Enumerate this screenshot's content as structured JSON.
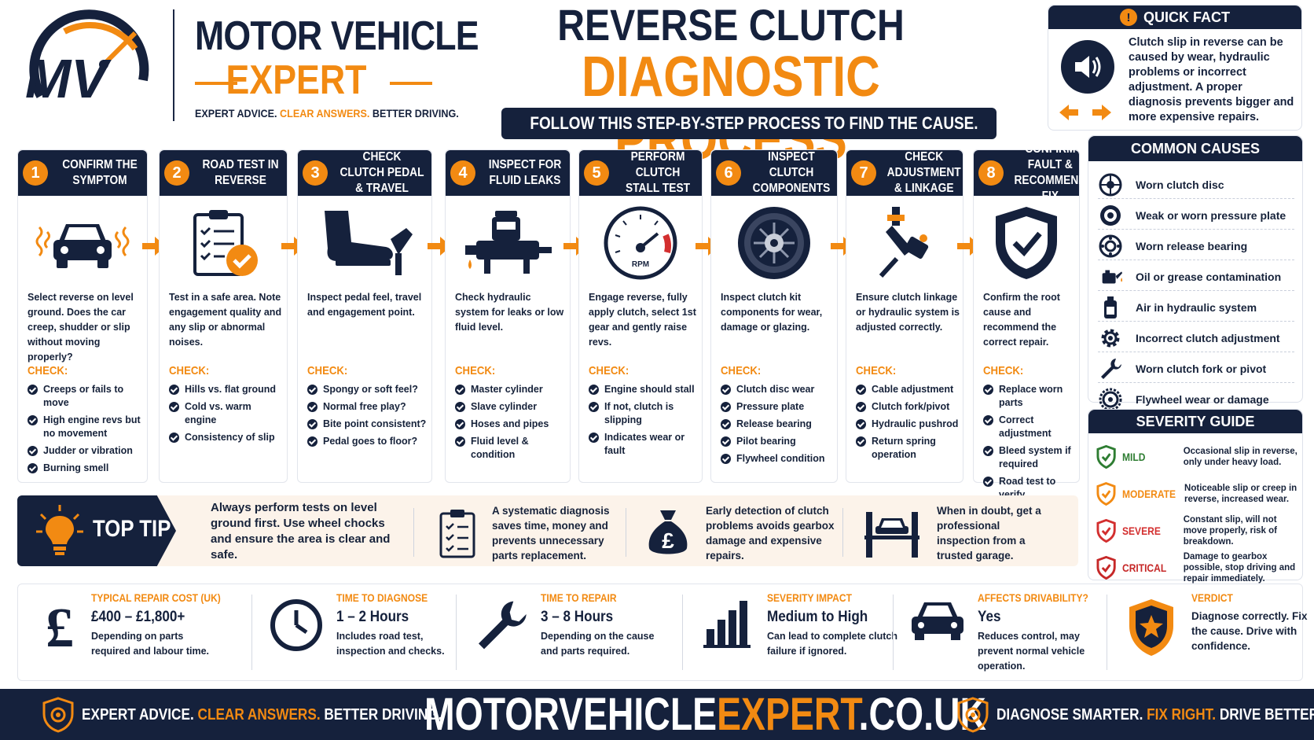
{
  "brand": {
    "line1": "MOTOR VEHICLE",
    "line2": "EXPERT",
    "logo_letters": "MV",
    "tagline": {
      "a": "EXPERT ADVICE.",
      "b": "CLEAR ANSWERS.",
      "c": "BETTER DRIVING."
    }
  },
  "header": {
    "title1": "REVERSE CLUTCH",
    "title2": "DIAGNOSTIC PROCESS",
    "subtitle": "FOLLOW THIS STEP-BY-STEP PROCESS TO FIND THE CAUSE."
  },
  "quick_fact": {
    "title": "QUICK FACT",
    "text": "Clutch slip in reverse can be caused by wear, hydraulic problems or incorrect adjustment. A proper diagnosis prevents bigger and more expensive repairs."
  },
  "steps": [
    {
      "num": "1",
      "title": "CONFIRM THE SYMPTOM",
      "icon": "car-shake-icon",
      "desc": "Select reverse on level ground. Does the car creep, shudder or slip without moving properly?",
      "check_label": "CHECK:",
      "checks": [
        "Creeps or fails to move",
        "High engine revs but no movement",
        "Judder or vibration",
        "Burning smell"
      ]
    },
    {
      "num": "2",
      "title": "ROAD TEST IN REVERSE",
      "icon": "clipboard-icon",
      "desc": "Test in a safe area. Note engagement quality and any slip or abnormal noises.",
      "check_label": "CHECK:",
      "checks": [
        "Hills vs. flat ground",
        "Cold vs. warm engine",
        "Consistency of slip"
      ]
    },
    {
      "num": "3",
      "title": "CHECK CLUTCH PEDAL & TRAVEL",
      "icon": "pedal-icon",
      "desc": "Inspect pedal feel, travel and engagement point.",
      "check_label": "CHECK:",
      "checks": [
        "Spongy or soft feel?",
        "Normal free play?",
        "Bite point consistent?",
        "Pedal goes to floor?"
      ]
    },
    {
      "num": "4",
      "title": "INSPECT FOR FLUID LEAKS",
      "icon": "master-cylinder-icon",
      "desc": "Check hydraulic system for leaks or low fluid level.",
      "check_label": "CHECK:",
      "checks": [
        "Master cylinder",
        "Slave cylinder",
        "Hoses and pipes",
        "Fluid level & condition"
      ]
    },
    {
      "num": "5",
      "title": "PERFORM CLUTCH STALL TEST",
      "icon": "tachometer-icon",
      "desc": "Engage reverse, fully apply clutch, select 1st gear and gently raise revs.",
      "check_label": "CHECK:",
      "checks": [
        "Engine should stall",
        "If not, clutch is slipping",
        "Indicates wear or fault"
      ]
    },
    {
      "num": "6",
      "title": "INSPECT CLUTCH COMPONENTS",
      "icon": "clutch-plate-icon",
      "desc": "Inspect clutch kit components for wear, damage or glazing.",
      "check_label": "CHECK:",
      "checks": [
        "Clutch disc wear",
        "Pressure plate",
        "Release bearing",
        "Pilot bearing",
        "Flywheel condition"
      ]
    },
    {
      "num": "7",
      "title": "CHECK ADJUSTMENT & LINKAGE",
      "icon": "linkage-icon",
      "desc": "Ensure clutch linkage or hydraulic system is adjusted correctly.",
      "check_label": "CHECK:",
      "checks": [
        "Cable adjustment",
        "Clutch fork/pivot",
        "Hydraulic pushrod",
        "Return spring operation"
      ]
    },
    {
      "num": "8",
      "title": "CONFIRM FAULT & RECOMMEND FIX",
      "icon": "shield-check-icon",
      "desc": "Confirm the root cause and recommend the correct repair.",
      "check_label": "CHECK:",
      "checks": [
        "Replace worn parts",
        "Correct adjustment",
        "Bleed system if required",
        "Road test to verify"
      ]
    }
  ],
  "common_causes": {
    "title": "COMMON CAUSES",
    "items": [
      {
        "label": "Worn clutch disc",
        "icon": "disc-icon"
      },
      {
        "label": "Weak or worn pressure plate",
        "icon": "pressure-plate-icon"
      },
      {
        "label": "Worn release bearing",
        "icon": "bearing-icon"
      },
      {
        "label": "Oil or grease contamination",
        "icon": "oil-can-icon"
      },
      {
        "label": "Air in hydraulic system",
        "icon": "fluid-bottle-icon"
      },
      {
        "label": "Incorrect clutch adjustment",
        "icon": "gear-icon"
      },
      {
        "label": "Worn clutch fork or pivot",
        "icon": "wrench-icon"
      },
      {
        "label": "Flywheel wear or damage",
        "icon": "flywheel-icon"
      }
    ]
  },
  "severity": {
    "title": "SEVERITY GUIDE",
    "items": [
      {
        "level": "MILD",
        "color": "#2e7d32",
        "desc": "Occasional slip in reverse, only under heavy load."
      },
      {
        "level": "MODERATE",
        "color": "#f28a12",
        "desc": "Noticeable slip or creep in reverse, increased wear."
      },
      {
        "level": "SEVERE",
        "color": "#d32f2f",
        "desc": "Constant slip, will not move properly, risk of breakdown."
      },
      {
        "level": "CRITICAL",
        "color": "#c62828",
        "desc": "Damage to gearbox possible, stop driving and repair immediately."
      }
    ]
  },
  "tip": {
    "title": "TOP TIP",
    "text": "Always perform tests on level ground first. Use wheel chocks and ensure the area is clear and safe.",
    "items": [
      {
        "icon": "checklist-icon",
        "text": "A systematic diagnosis saves time, money and prevents unnecessary parts replacement."
      },
      {
        "icon": "money-bag-icon",
        "text": "Early detection of clutch problems avoids gearbox damage and expensive repairs."
      },
      {
        "icon": "car-lift-icon",
        "text": "When in doubt, get a professional inspection from a trusted garage."
      }
    ]
  },
  "stats": [
    {
      "icon": "pound-icon",
      "label": "TYPICAL REPAIR COST (UK)",
      "value": "£400 – £1,800+",
      "sub": "Depending on parts required and labour time."
    },
    {
      "icon": "clock-icon",
      "label": "TIME TO DIAGNOSE",
      "value": "1 – 2 Hours",
      "sub": "Includes road test, inspection and checks."
    },
    {
      "icon": "wrench-icon",
      "label": "TIME TO REPAIR",
      "value": "3 – 8 Hours",
      "sub": "Depending on the cause and parts required."
    },
    {
      "icon": "bar-chart-icon",
      "label": "SEVERITY IMPACT",
      "value": "Medium to High",
      "sub": "Can lead to complete clutch failure if ignored."
    },
    {
      "icon": "car-icon",
      "label": "AFFECTS DRIVABILITY?",
      "value": "Yes",
      "sub": "Reduces control, may prevent normal vehicle operation."
    },
    {
      "icon": "star-shield-icon",
      "label": "VERDICT",
      "value": "",
      "sub": "Diagnose correctly. Fix the cause. Drive with confidence."
    }
  ],
  "footer": {
    "left_a": "EXPERT ADVICE.",
    "left_b": "CLEAR ANSWERS.",
    "left_c": "BETTER DRIVING.",
    "url_a": "MOTORVEHICLE",
    "url_b": "EXPERT",
    "url_c": ".CO.UK",
    "right_a": "DIAGNOSE SMARTER.",
    "right_b": "FIX RIGHT.",
    "right_c": "DRIVE BETTER."
  },
  "colors": {
    "navy": "#15213c",
    "orange": "#f28a12"
  }
}
